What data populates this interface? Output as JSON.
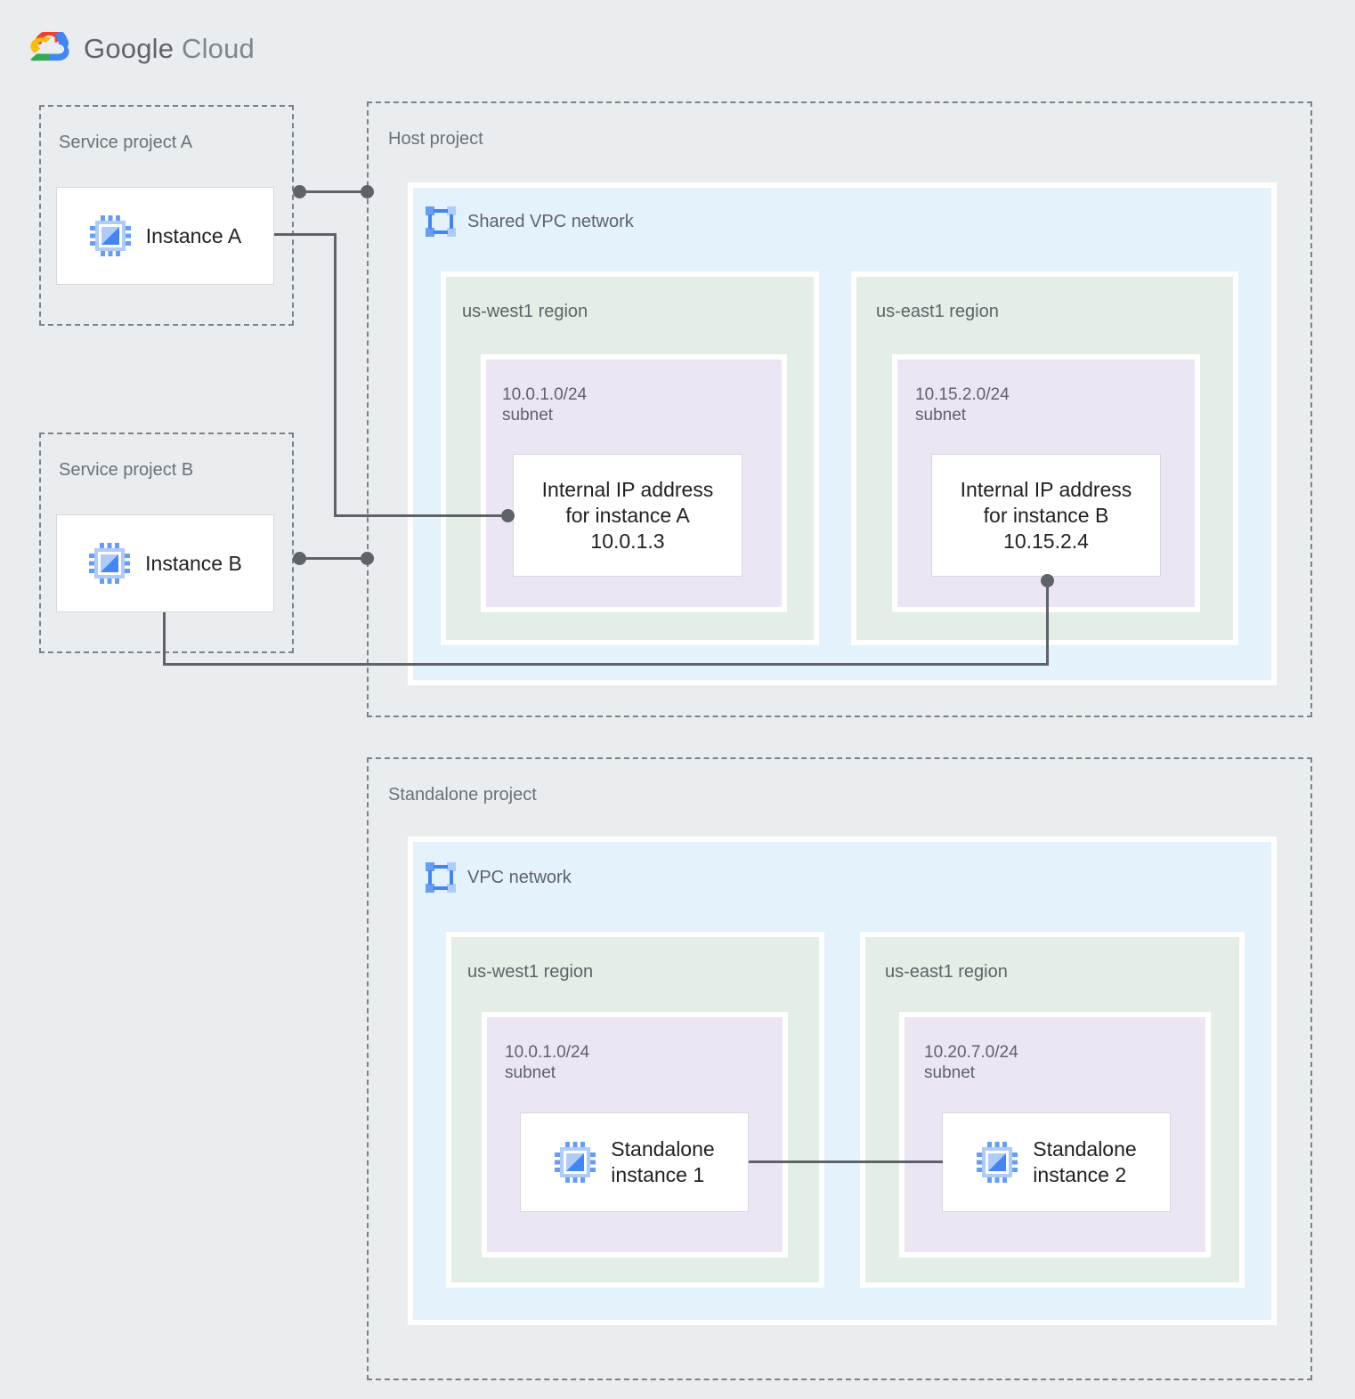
{
  "brand": {
    "name_part1": "Google",
    "name_part2": "Cloud",
    "logo_icon": "google-cloud-logo"
  },
  "projects": {
    "service_a": {
      "label": "Service project A",
      "instance": {
        "label": "Instance A",
        "icon": "vm-instance-chip-icon"
      }
    },
    "service_b": {
      "label": "Service project B",
      "instance": {
        "label": "Instance B",
        "icon": "vm-instance-chip-icon"
      }
    },
    "host": {
      "label": "Host project",
      "network": {
        "title": "Shared VPC network",
        "icon": "vpc-network-icon",
        "regions": [
          {
            "label": "us-west1 region",
            "subnet": {
              "label": "10.0.1.0/24\nsubnet",
              "cidr": "10.0.1.0/24",
              "node": "Internal IP address\nfor instance A\n10.0.1.3",
              "ip": "10.0.1.3"
            }
          },
          {
            "label": "us-east1 region",
            "subnet": {
              "label": "10.15.2.0/24\nsubnet",
              "cidr": "10.15.2.0/24",
              "node": "Internal IP address\nfor instance B\n10.15.2.4",
              "ip": "10.15.2.4"
            }
          }
        ]
      }
    },
    "standalone": {
      "label": "Standalone project",
      "network": {
        "title": "VPC network",
        "icon": "vpc-network-icon",
        "regions": [
          {
            "label": "us-west1 region",
            "subnet": {
              "label": "10.0.1.0/24\nsubnet",
              "cidr": "10.0.1.0/24",
              "node": "Standalone\ninstance 1",
              "icon": "vm-instance-chip-icon"
            }
          },
          {
            "label": "us-east1 region",
            "subnet": {
              "label": "10.20.7.0/24\nsubnet",
              "cidr": "10.20.7.0/24",
              "node": "Standalone\ninstance 2",
              "icon": "vm-instance-chip-icon"
            }
          }
        ]
      }
    }
  },
  "colors": {
    "background": "#eaedef",
    "vpc_panel": "#e3f2fb",
    "region_panel": "#e3eee6",
    "subnet_panel": "#ece5f3",
    "card": "#ffffff",
    "connector": "#5f6368",
    "dashed_border": "#7c8286",
    "label_text": "#5f6368",
    "node_text": "#202124",
    "icon_blue": "#669df6",
    "icon_blue_light": "#aecbfa",
    "logo_red": "#ea4335",
    "logo_yellow": "#fbbc04",
    "logo_green": "#34a853",
    "logo_blue": "#4285f4"
  }
}
